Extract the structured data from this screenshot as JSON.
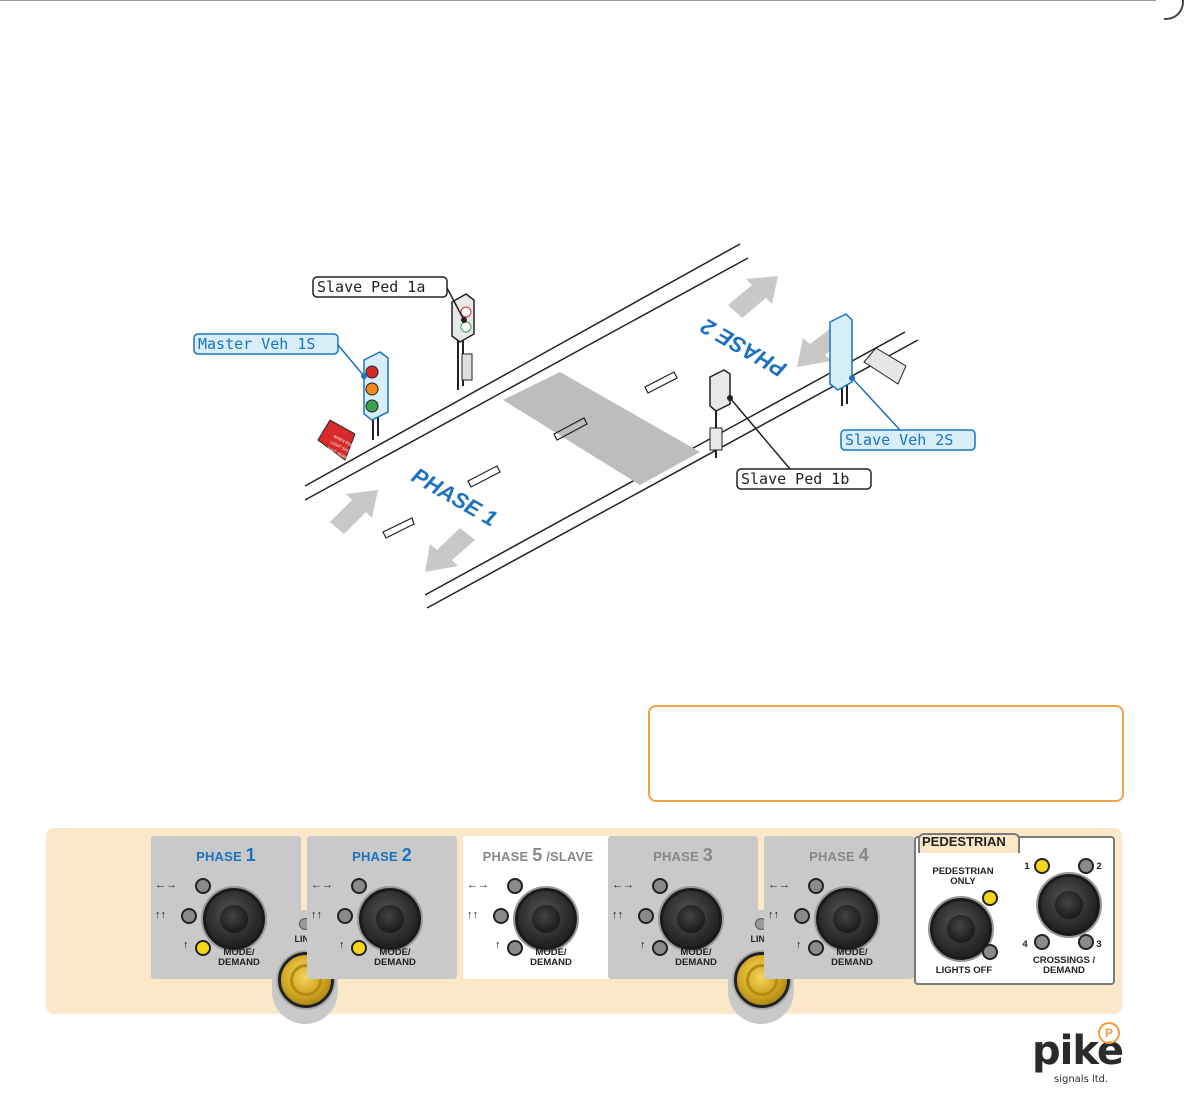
{
  "diagram": {
    "labels": {
      "slave_ped_1a": "Slave Ped 1a",
      "master_veh_1s": "Master Veh 1S",
      "slave_veh_2s": "Slave Veh 2S",
      "slave_ped_1b": "Slave Ped 1b"
    },
    "road_phases": {
      "phase1": "PHASE 1",
      "phase2": "PHASE 2"
    },
    "sign_text": [
      "WHEN RED",
      "LIGHT SHOWS",
      "WAIT HERE"
    ]
  },
  "control_panel": {
    "phases": [
      {
        "prefix": "PHASE",
        "num": "1",
        "suffix": "",
        "highlight": "blue",
        "mode": "MODE/ DEMAND"
      },
      {
        "prefix": "PHASE",
        "num": "2",
        "suffix": "",
        "highlight": "blue",
        "mode": "MODE/ DEMAND"
      },
      {
        "prefix": "PHASE",
        "num": "5",
        "suffix": "/SLAVE",
        "highlight": "white",
        "mode": "MODE/ DEMAND"
      },
      {
        "prefix": "PHASE",
        "num": "3",
        "suffix": "",
        "highlight": "grey",
        "mode": "MODE/ DEMAND"
      },
      {
        "prefix": "PHASE",
        "num": "4",
        "suffix": "",
        "highlight": "grey",
        "mode": "MODE/ DEMAND"
      }
    ],
    "arrows": {
      "both": "←→",
      "up2": "↑↑",
      "up1": "↑"
    },
    "link_label": "LINK",
    "pedestrian": {
      "title": "PEDESTRIAN",
      "ped_only": "PEDESTRIAN ONLY",
      "lights_off": "LIGHTS OFF",
      "crossings": "CROSSINGS / DEMAND",
      "crossing_numbers": [
        "1",
        "2",
        "3",
        "4"
      ]
    },
    "colors": {
      "panel_bg": "#fbe8c8",
      "led_on": "#f5d71a",
      "accent_blue": "#1a72c0",
      "note_border": "#f1a34a"
    }
  },
  "logo": {
    "name": "pike",
    "sub": "signals ltd.",
    "mark": "P"
  }
}
